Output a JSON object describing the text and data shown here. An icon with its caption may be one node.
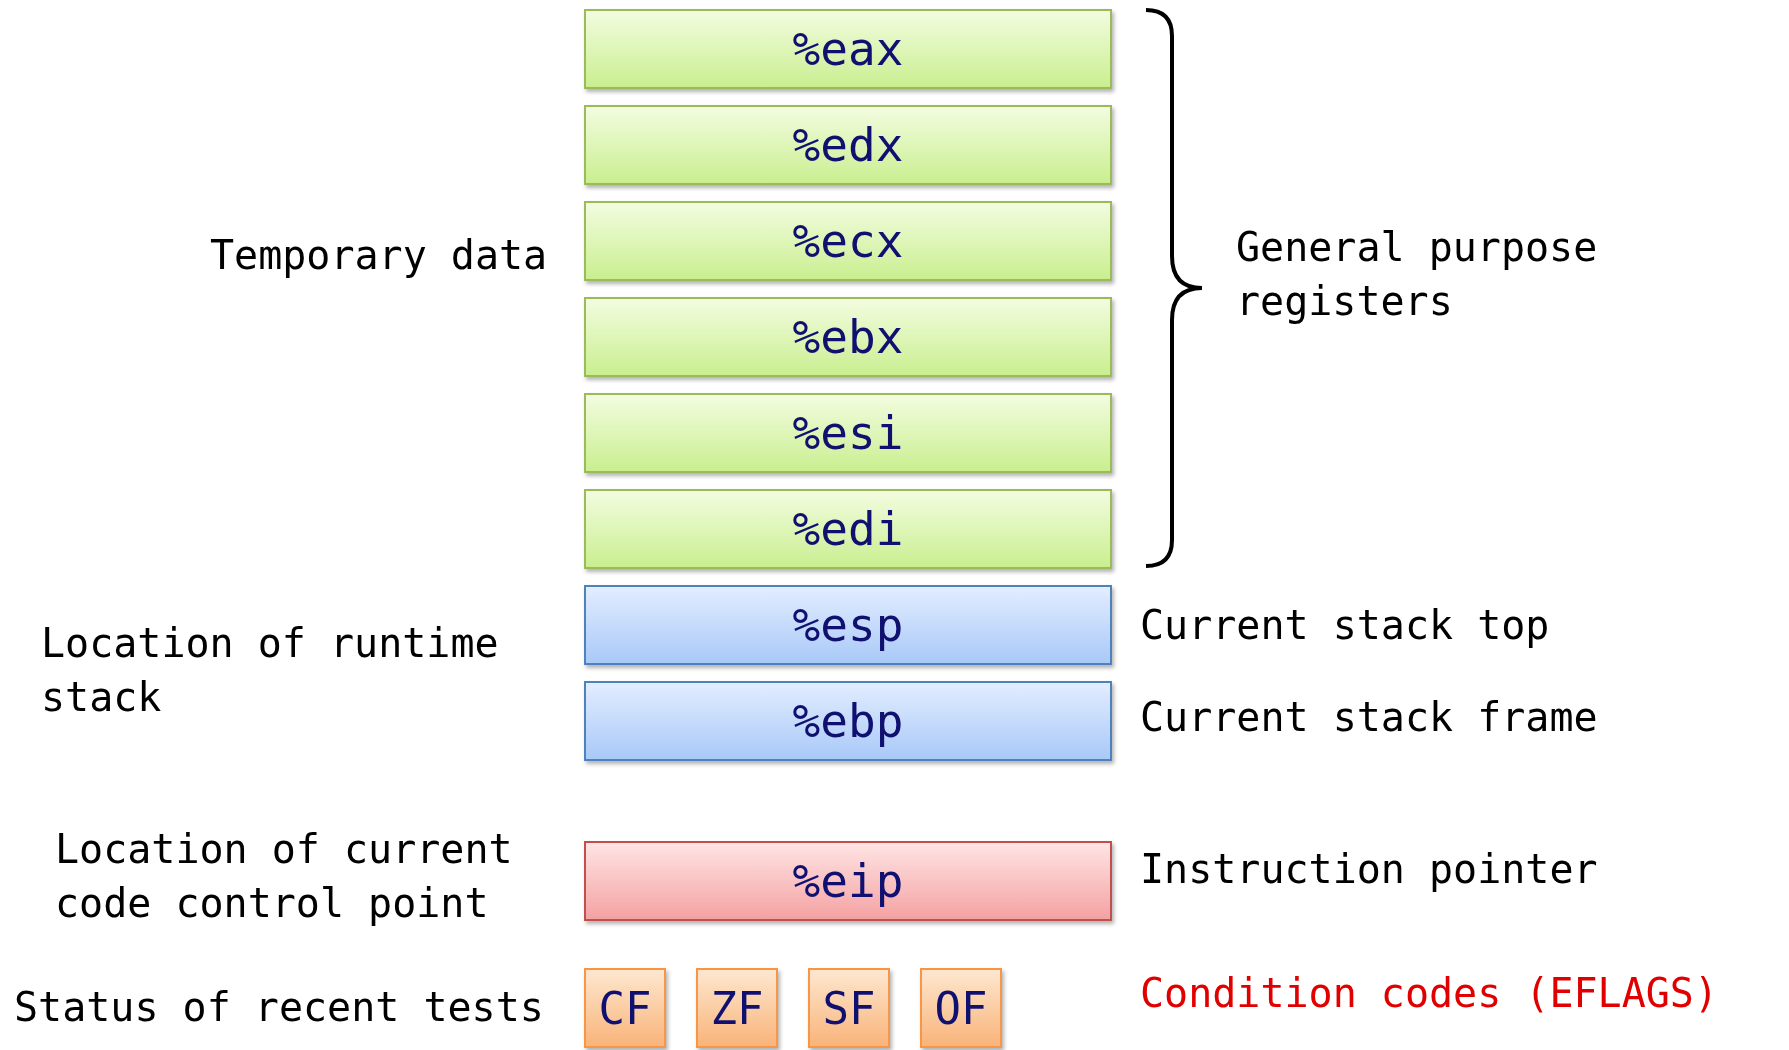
{
  "diagram": {
    "nodes": [
      {
        "text": [
          "%eax"
        ]
      },
      {
        "text": [
          "%edx"
        ]
      },
      {
        "text": [
          "%ecx"
        ]
      },
      {
        "text": [
          "%ebx"
        ]
      },
      {
        "text": [
          "%esi"
        ]
      },
      {
        "text": [
          "%edi"
        ]
      },
      {
        "text": [
          "%esp"
        ],
        "beside": [
          "Current stack top"
        ]
      },
      {
        "text": [
          "%ebp"
        ],
        "beside": [
          "Current stack frame"
        ]
      },
      {
        "text": [
          "%eip"
        ],
        "beside": [
          "Instruction pointer"
        ]
      },
      {
        "text": [
          "CF"
        ]
      },
      {
        "text": [
          "ZF"
        ]
      },
      {
        "text": [
          "SF"
        ]
      },
      {
        "text": [
          "OF"
        ]
      }
    ],
    "edges": [],
    "labels": [
      "Temporary data",
      "General purpose registers",
      "Location of runtime stack",
      "Location of current code control point",
      "Status of recent tests",
      "Condition codes (EFLAGS)"
    ]
  }
}
